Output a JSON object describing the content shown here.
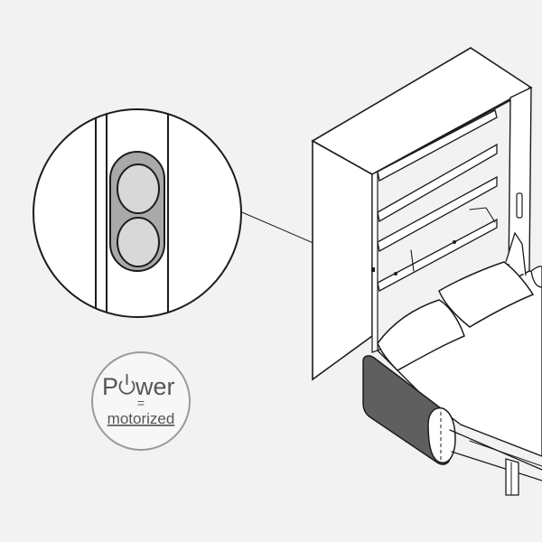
{
  "colors": {
    "background": "#f2f2f2",
    "ink": "#1c1c1c",
    "panel_white": "#ffffff",
    "switch_gray": "#a9a9a9",
    "button_light": "#d8d8d8",
    "badge_stroke": "#9a9a9a",
    "badge_text": "#555555"
  },
  "badge": {
    "power_prefix": "P",
    "power_suffix": "wer",
    "equals": "=",
    "subtitle": "motorized",
    "icon": "power-icon"
  },
  "icons": {
    "callout": "magnifier-callout-icon",
    "switch": "double-button-switch-icon"
  }
}
